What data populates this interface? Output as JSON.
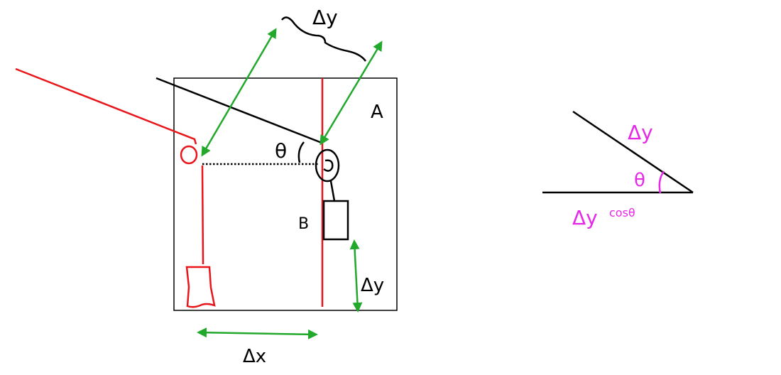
{
  "colors": {
    "black": "#000000",
    "red": "#e8161b",
    "green": "#22a82a",
    "magenta": "#e629e6"
  },
  "labels": {
    "top_delta_y": "Δy",
    "point_a": "A",
    "theta_left": "θ",
    "block_b": "B",
    "right_delta_y": "Δy",
    "delta_x": "Δx",
    "triangle_delta_y": "Δy",
    "triangle_theta": "θ",
    "triangle_base": "Δy",
    "triangle_base_cos": "cosθ"
  }
}
